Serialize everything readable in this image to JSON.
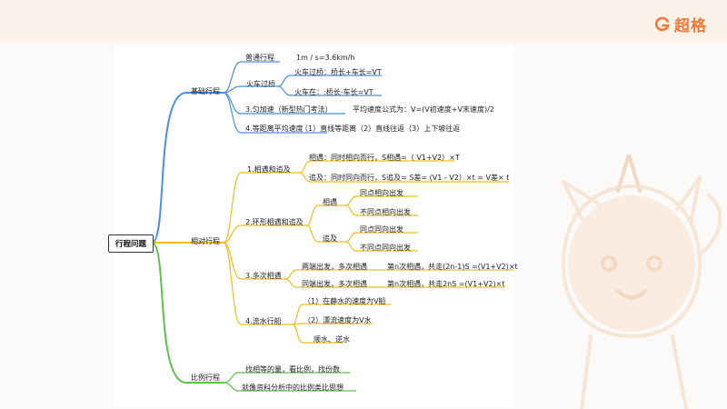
{
  "brand": {
    "name": "超格",
    "logo_icon": "g-logo-icon",
    "color": "#ee7a3a"
  },
  "mindmap": {
    "root": "行程问题",
    "branches": [
      {
        "label": "基础行程",
        "color": "#4a8ee0",
        "items": [
          {
            "label": "普通行程",
            "detail": "1m / s=3.6km/h"
          },
          {
            "label": "火车过桥",
            "children": [
              "火车过桥：桥长+车长=VT",
              "火车在：:桥长-车长=VT"
            ]
          },
          {
            "label": "3.匀加速（新型热门考法）",
            "detail": "平均速度公式为：V=(V初速度+V末速度)/2"
          },
          {
            "label": "4.等距离平均速度",
            "detail": "（1）直线等距离（2）直线往返（3）上下坡往返"
          }
        ]
      },
      {
        "label": "相对行程",
        "color": "#f2bd1a",
        "items": [
          {
            "label": "1.相遇和追及",
            "children": [
              "相遇：同时相向而行，S相遇=（ V1+V2）×T",
              "追及：同时同向而行，S追及= S差=   (V1 - V2）×t = V差× t"
            ]
          },
          {
            "label": "2.环形相遇和追及",
            "groups": [
              {
                "label": "相遇",
                "children": [
                  "同点相向出发",
                  "不同点相向出发"
                ]
              },
              {
                "label": "追及",
                "children": [
                  "同点同向出发",
                  "不同点同向出发"
                ]
              }
            ]
          },
          {
            "label": "3.多次相遇",
            "rows": [
              {
                "label": "两端出发，多次相遇",
                "formula": "第n次相遇，共走(2n-1)S =(V1+V2)×t"
              },
              {
                "label": "同端出发，多次相遇",
                "formula": "第n次相遇，共走2nS =(V1+V2)×t"
              }
            ]
          },
          {
            "label": "4.流水行船",
            "children": [
              "（1）在静水的速度为V船",
              "（2）漂流速度为V水",
              "顺水、逆水"
            ]
          }
        ]
      },
      {
        "label": "比例行程",
        "color": "#5cc24c",
        "items": [
          {
            "label": "找相等的量，看比例，找份数"
          },
          {
            "label": "就像资料分析中的比例类比思想"
          }
        ]
      }
    ]
  }
}
